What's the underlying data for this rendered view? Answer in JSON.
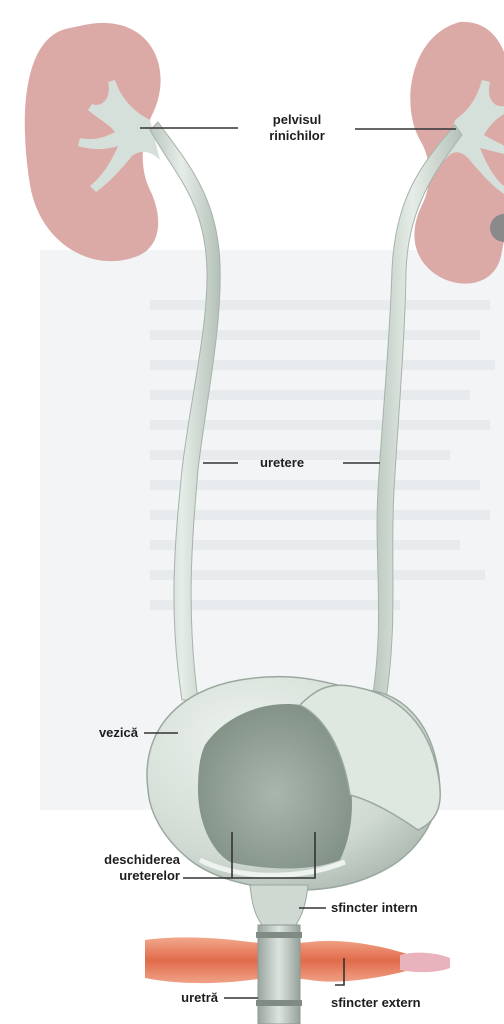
{
  "labels": {
    "pelvis": [
      "pelvisul",
      "rinichilor"
    ],
    "ureters": "uretere",
    "bladder": "vezică",
    "ureteral_openings": [
      "deschiderea",
      "ureterelor"
    ],
    "internal_sphincter": "sfincter intern",
    "urethra": "uretră",
    "external_sphincter": "sfincter extern"
  },
  "colors": {
    "kidney": "#dcaaa6",
    "kidney_pelvis": "#d9e2dc",
    "ureter": "#d5dfd8",
    "bladder_outer": "#d6dfd8",
    "bladder_inner": "#8f9f92",
    "sphincter_muscle": "#e07b5a",
    "urethra": "#b8c2bc",
    "leader_line": "#333333"
  }
}
